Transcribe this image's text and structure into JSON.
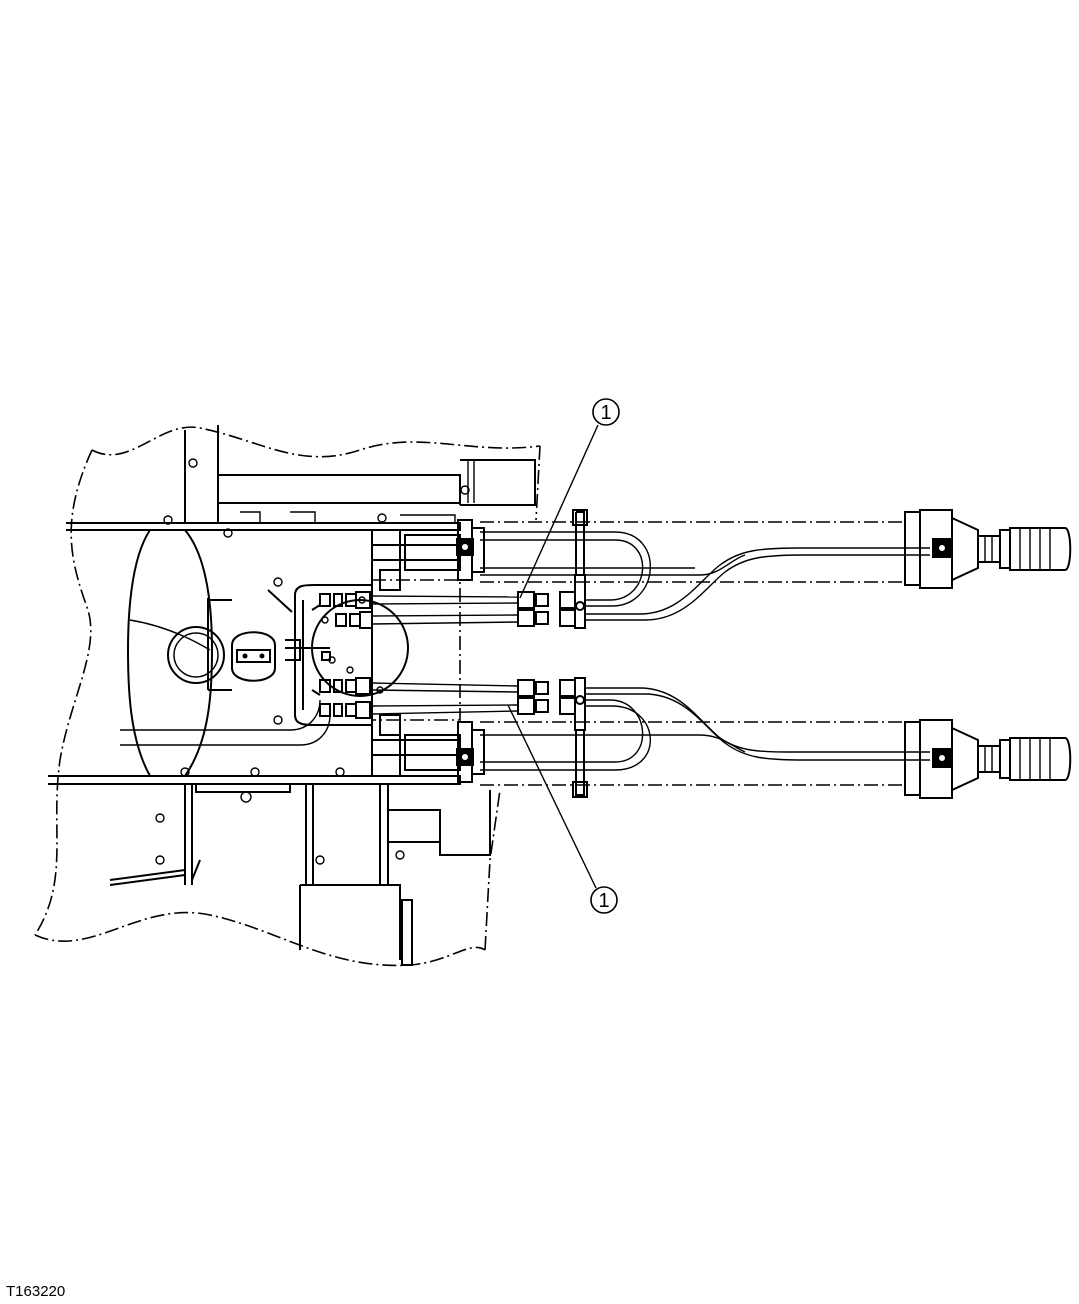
{
  "figure_id": "T163220",
  "callouts": [
    {
      "label": "1"
    },
    {
      "label": "1"
    }
  ]
}
